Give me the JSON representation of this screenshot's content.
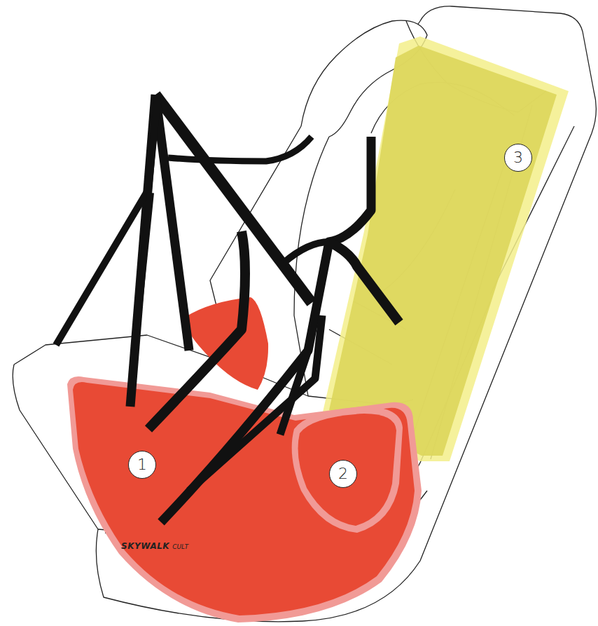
{
  "diagram": {
    "labels": [
      "1",
      "2",
      "3",
      "SKYWALK",
      "CULT"
    ]
  }
}
